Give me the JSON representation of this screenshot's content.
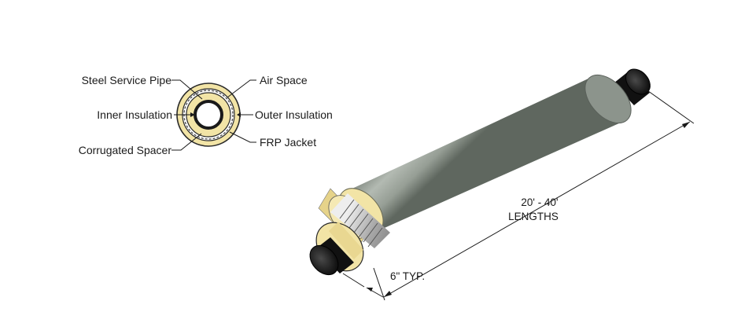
{
  "cross_section": {
    "labels": {
      "steel_service_pipe": "Steel Service Pipe",
      "air_space": "Air Space",
      "inner_insulation": "Inner Insulation",
      "outer_insulation": "Outer Insulation",
      "corrugated_spacer": "Corrugated Spacer",
      "frp_jacket": "FRP Jacket"
    }
  },
  "dimensions": {
    "length_value": "20' - 40'",
    "length_unit": "LENGTHS",
    "end_exposure": "6\" TYP."
  },
  "colors": {
    "jacket": "#9aa39a",
    "insulation": "#f2e4a6",
    "steel": "#1c1c1c",
    "spacer": "#c9c9c9"
  }
}
